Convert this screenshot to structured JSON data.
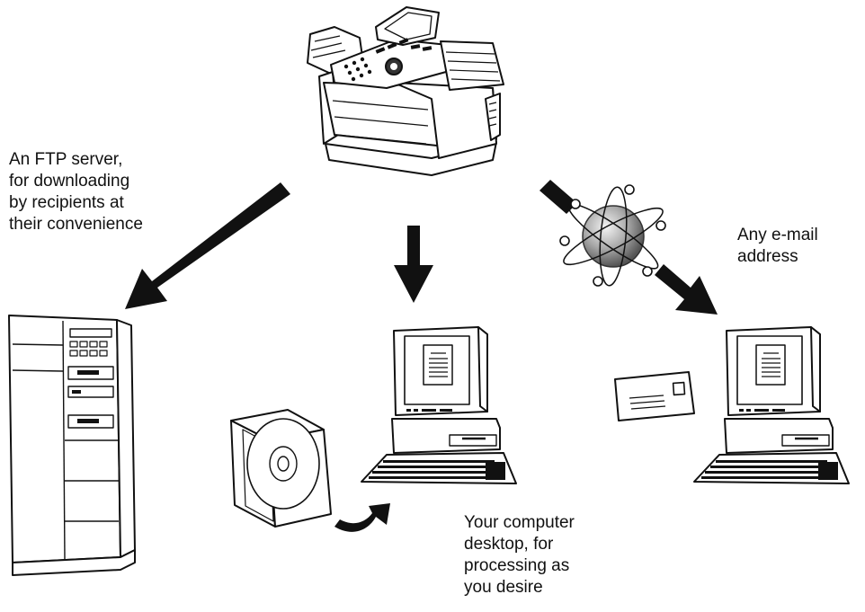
{
  "captions": {
    "ftp": "An FTP server,\nfor downloading\nby recipients at\ntheir convenience",
    "email": "Any e-mail\naddress",
    "desktop": "Your computer\ndesktop, for\nprocessing as\nyou desire"
  },
  "icons": [
    "fax-machine-icon",
    "ftp-server-tower-icon",
    "desktop-computer-icon",
    "cd-case-icon",
    "internet-globe-icon",
    "envelope-icon"
  ],
  "colors": {
    "line": "#111111",
    "fill": "#ffffff",
    "globe": "#9a9a9a"
  }
}
